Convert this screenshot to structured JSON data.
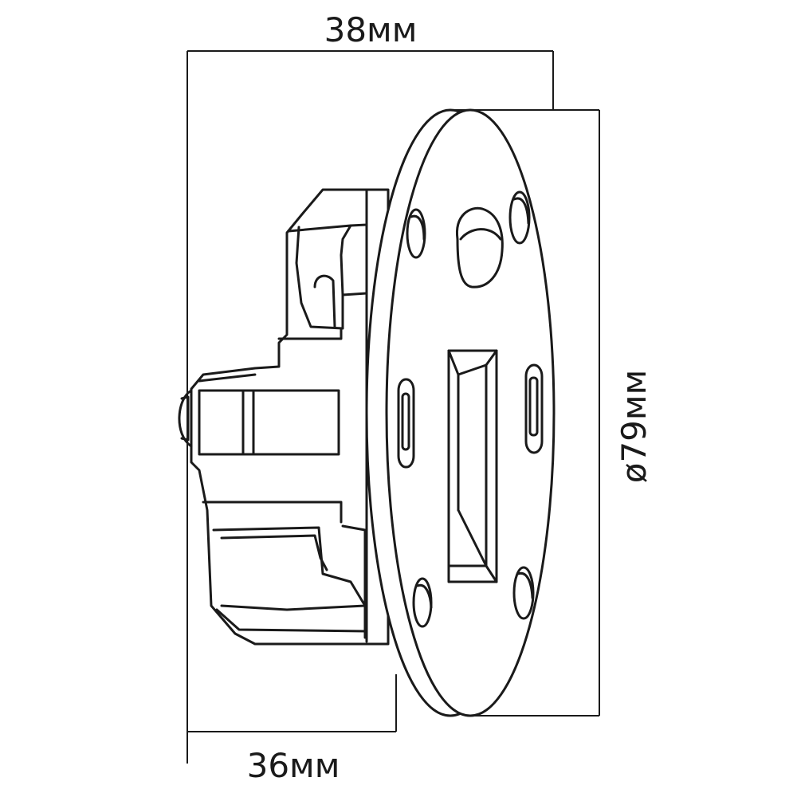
{
  "dimensions": {
    "overall_depth": "38мм",
    "body_depth": "36мм",
    "flange_diameter": "ø79мм"
  },
  "colors": {
    "line": "#1a1a1a",
    "background": "#ffffff"
  }
}
